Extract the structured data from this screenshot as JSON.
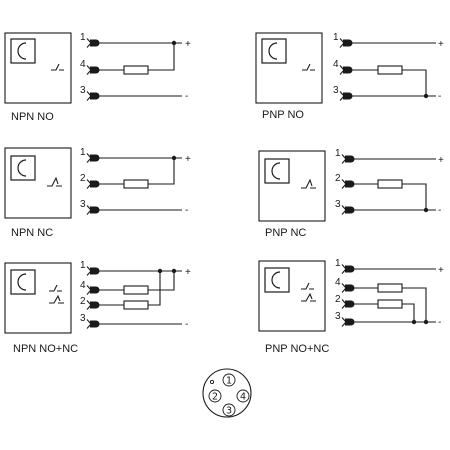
{
  "terminals": {
    "plus": "+",
    "minus": "-"
  },
  "diagrams": {
    "npn_no": {
      "caption": "NPN   NO",
      "pins": [
        "1",
        "4",
        "3"
      ]
    },
    "pnp_no": {
      "caption": "PNP   NO",
      "pins": [
        "1",
        "4",
        "3"
      ]
    },
    "npn_nc": {
      "caption": "NPN   NC",
      "pins": [
        "1",
        "2",
        "3"
      ]
    },
    "pnp_nc": {
      "caption": "PNP   NC",
      "pins": [
        "1",
        "2",
        "3"
      ]
    },
    "npn_nonc": {
      "caption": "NPN   NO+NC",
      "pins": [
        "1",
        "4",
        "2",
        "3"
      ]
    },
    "pnp_nonc": {
      "caption": "PNP   NO+NC",
      "pins": [
        "1",
        "4",
        "2",
        "3"
      ]
    }
  },
  "connector": {
    "pins": [
      "1",
      "2",
      "4",
      "3"
    ]
  }
}
